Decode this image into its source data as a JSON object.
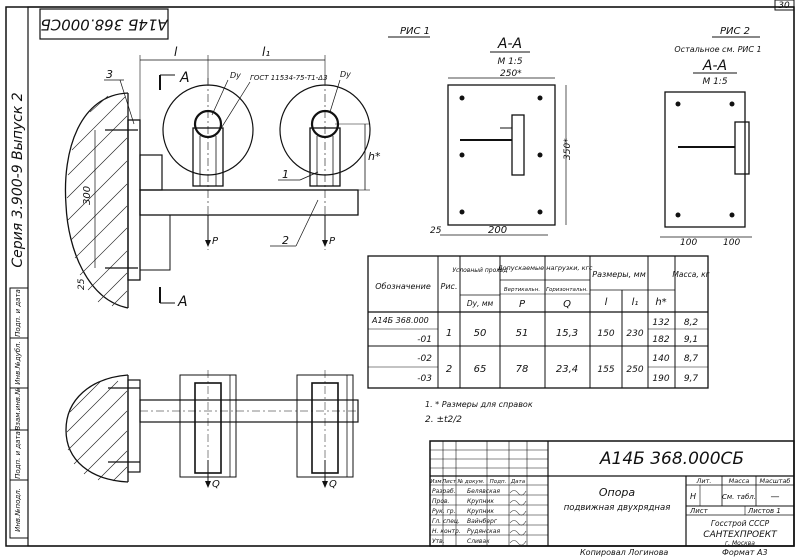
{
  "sheet_number": "30",
  "designation_stamp": "А14Б 368.000СБ",
  "series": "Серия 3.900-9  Выпуск 2",
  "side_labels": [
    "Инв.№подл.",
    "Подп. и дата",
    "Взам.инв.№",
    "Инв.№дубл.",
    "Подп. и дата"
  ],
  "figure1": {
    "title": "РИС 1",
    "dims": {
      "l": "l",
      "l1": "l₁",
      "h": "h*",
      "p1": "P",
      "p2": "P",
      "q1": "Q",
      "q2": "Q",
      "d300": "300",
      "d25": "25"
    },
    "gost": "ГОСТ 11534-75-Т1-Δ3",
    "du1": "Dу",
    "du2": "Dу",
    "leaders": {
      "l1": "1",
      "l2": "2",
      "l3": "3"
    },
    "section_mark": "A"
  },
  "section_a_left": {
    "title": "А-А",
    "scale": "М 1:5",
    "dims": {
      "w": "250*",
      "h": "350*",
      "b": "200",
      "c": "25"
    }
  },
  "section_a_right": {
    "title": "РИС 2",
    "note": "Остальное см. РИС 1",
    "title2": "А-А",
    "scale": "М 1:5",
    "dims": {
      "a": "100",
      "b": "100"
    }
  },
  "table": {
    "headers": {
      "designation": "Обозначение",
      "fig": "Рис.",
      "pass": "Условный проход",
      "du": "Dу, мм",
      "loads": "Допускаемые нагрузки, кгс",
      "vert": "Вертикальн.",
      "horiz": "Горизонтальн.",
      "P": "P",
      "Q": "Q",
      "sizes": "Размеры, мм",
      "l": "l",
      "l1": "l₁",
      "h": "h*",
      "mass": "Масса, кг"
    },
    "rows": [
      {
        "designation": "А14Б 368.000",
        "fig": "1",
        "du": "50",
        "P": "51",
        "Q": "15,3",
        "l": "150",
        "l1": "230",
        "h": "132",
        "mass": "8,2"
      },
      {
        "designation": "-01",
        "fig": "",
        "du": "",
        "P": "",
        "Q": "",
        "l": "",
        "l1": "",
        "h": "182",
        "mass": "9,1"
      },
      {
        "designation": "-02",
        "fig": "2",
        "du": "65",
        "P": "78",
        "Q": "23,4",
        "l": "155",
        "l1": "250",
        "h": "140",
        "mass": "8,7"
      },
      {
        "designation": "-03",
        "fig": "",
        "du": "",
        "P": "",
        "Q": "",
        "l": "",
        "l1": "",
        "h": "190",
        "mass": "9,7"
      }
    ]
  },
  "notes": [
    "1. * Размеры для справок",
    "2. ±t2/2"
  ],
  "title_block": {
    "code": "А14Б 368.000СБ",
    "name1": "Опора",
    "name2": "подвижная двухрядная",
    "lit": "Лит.",
    "massa": "Масса",
    "masshtab": "Масштаб",
    "lit_val": "Н",
    "mass_val": "См. табл.",
    "scale_val": "—",
    "list": "Лист",
    "listov": "Листов 1",
    "org1": "Госстрой СССР",
    "org2": "САНТЕХПРОЕКТ",
    "org3": "г. Москва",
    "col_headers": [
      "Изм",
      "Лист",
      "№ докум.",
      "Подп.",
      "Дата"
    ],
    "roles": [
      {
        "role": "Разраб.",
        "name": "Белявская"
      },
      {
        "role": "Пров.",
        "name": "Крупник"
      },
      {
        "role": "Рук. гр.",
        "name": "Крупник"
      },
      {
        "role": "Гл. спец.",
        "name": "Вайнберг"
      },
      {
        "role": "Н. контр.",
        "name": "Рудянская"
      },
      {
        "role": "Утв.",
        "name": "Сливак"
      }
    ]
  },
  "footer": {
    "copied": "Копировал Логинова",
    "format": "Формат А3"
  }
}
